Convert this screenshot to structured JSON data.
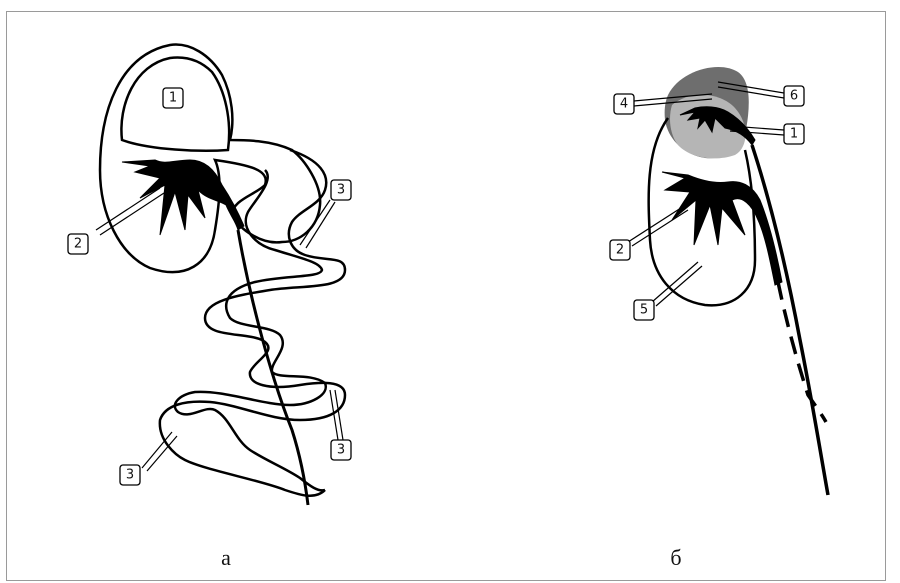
{
  "panels": [
    {
      "caption": "а",
      "callouts": [
        {
          "label": "1"
        },
        {
          "label": "2"
        },
        {
          "label": "3"
        },
        {
          "label": "3"
        },
        {
          "label": "3"
        }
      ]
    },
    {
      "caption": "б",
      "callouts": [
        {
          "label": "4"
        },
        {
          "label": "6"
        },
        {
          "label": "1"
        },
        {
          "label": "2"
        },
        {
          "label": "5"
        }
      ]
    }
  ],
  "colors": {
    "line": "#000000",
    "dark_gray": "#6e6e6e",
    "light_gray": "#b5b5b5",
    "frame": "#9a9a9a"
  }
}
